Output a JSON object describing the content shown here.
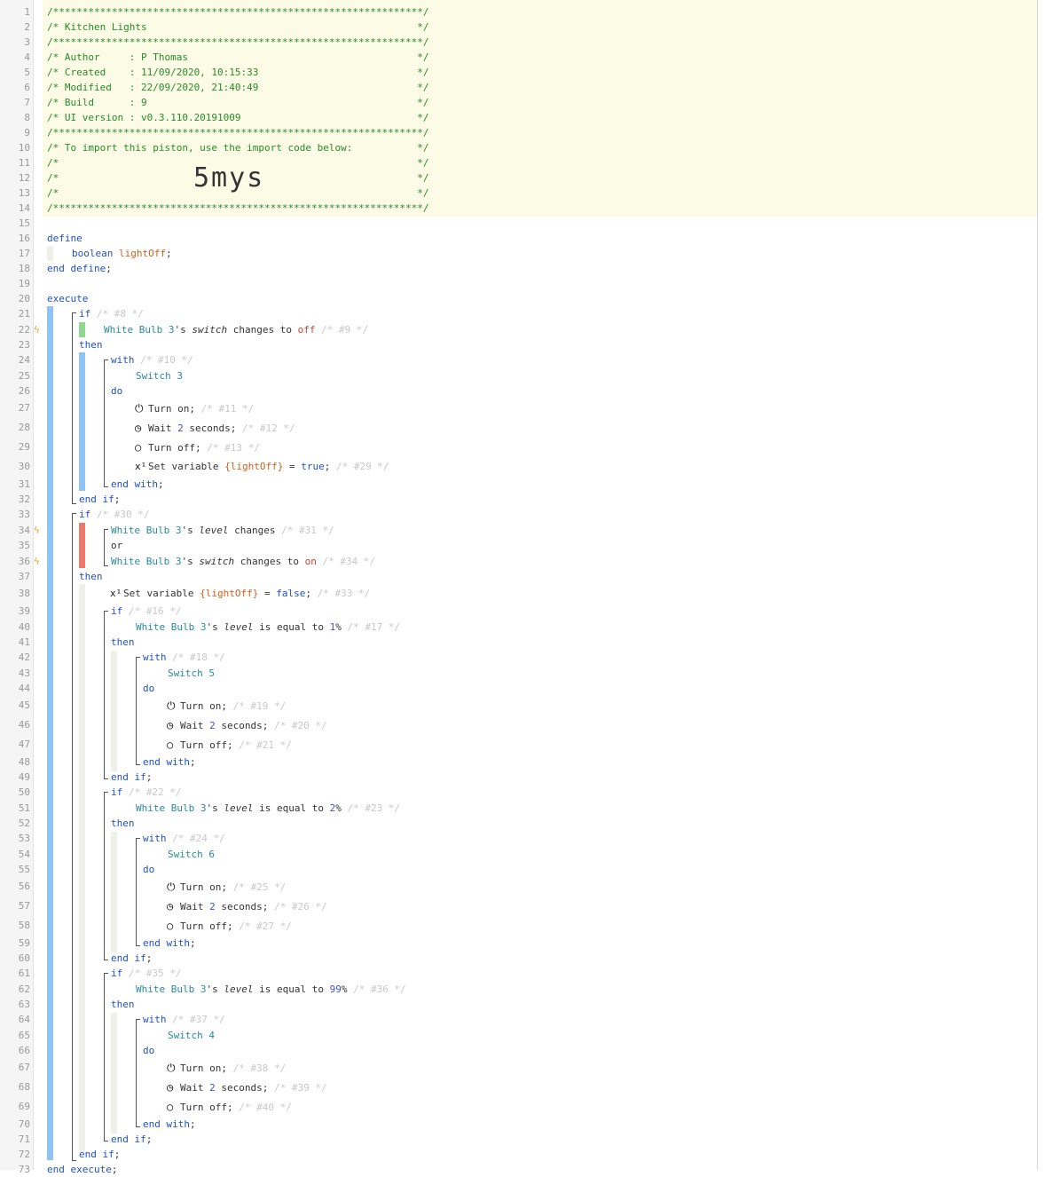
{
  "editor": {
    "import_code": "5mys",
    "lines": [
      [
        [
          "hdr",
          "/***************************************************************/"
        ]
      ],
      [
        [
          "hdr",
          "/* Kitchen Lights                                              */"
        ]
      ],
      [
        [
          "hdr",
          "/***************************************************************/"
        ]
      ],
      [
        [
          "hdr",
          "/* Author     : P Thomas                                       */"
        ]
      ],
      [
        [
          "hdr",
          "/* Created    : 11/09/2020, 10:15:33                           */"
        ]
      ],
      [
        [
          "hdr",
          "/* Modified   : 22/09/2020, 21:40:49                           */"
        ]
      ],
      [
        [
          "hdr",
          "/* Build      : 9                                              */"
        ]
      ],
      [
        [
          "hdr",
          "/* UI version : v0.3.110.20191009                              */"
        ]
      ],
      [
        [
          "hdr",
          "/***************************************************************/"
        ]
      ],
      [
        [
          "hdr",
          "/* To import this piston, use the import code below:           */"
        ]
      ],
      [
        [
          "hdr",
          "/*                                                             */"
        ]
      ],
      [
        [
          "hdr",
          "/*                                                             */"
        ]
      ],
      [
        [
          "hdr",
          "/*                                                             */"
        ]
      ],
      [
        [
          "hdr",
          "/***************************************************************/"
        ]
      ],
      [],
      [
        [
          "kw",
          "define"
        ]
      ],
      [
        [
          "kw",
          "boolean "
        ],
        [
          "var",
          "lightOff"
        ],
        [
          "txt",
          ";"
        ]
      ],
      [
        [
          "kw",
          "end define"
        ],
        [
          "txt",
          ";"
        ]
      ],
      [],
      [
        [
          "kw",
          "execute"
        ]
      ],
      [
        [
          "kw",
          "if "
        ],
        [
          "cmt",
          "/* #8 */"
        ]
      ],
      [
        [
          "dev",
          "White Bulb 3"
        ],
        [
          "txt",
          "'s "
        ],
        [
          "itl",
          "switch"
        ],
        [
          "txt",
          " changes to "
        ],
        [
          "val",
          "off"
        ],
        [
          "cmt",
          " /* #9 */"
        ]
      ],
      [
        [
          "kw",
          "then"
        ]
      ],
      [
        [
          "kw",
          "with "
        ],
        [
          "cmt",
          "/* #10 */"
        ]
      ],
      [
        [
          "dev",
          "Switch 3"
        ]
      ],
      [
        [
          "kw",
          "do"
        ]
      ],
      [
        [
          "txt",
          "Turn on; "
        ],
        [
          "cmt",
          "/* #11 */"
        ]
      ],
      [
        [
          "txt",
          "Wait "
        ],
        [
          "num",
          "2"
        ],
        [
          "txt",
          " seconds; "
        ],
        [
          "cmt",
          "/* #12 */"
        ]
      ],
      [
        [
          "txt",
          "Turn off; "
        ],
        [
          "cmt",
          "/* #13 */"
        ]
      ],
      [
        [
          "txt",
          "Set variable "
        ],
        [
          "var",
          "{lightOff}"
        ],
        [
          "txt",
          " = "
        ],
        [
          "kw",
          "true"
        ],
        [
          "txt",
          "; "
        ],
        [
          "cmt",
          "/* #29 */"
        ]
      ],
      [
        [
          "kw",
          "end with"
        ],
        [
          "txt",
          ";"
        ]
      ],
      [
        [
          "kw",
          "end if"
        ],
        [
          "txt",
          ";"
        ]
      ],
      [
        [
          "kw",
          "if "
        ],
        [
          "cmt",
          "/* #30 */"
        ]
      ],
      [
        [
          "dev",
          "White Bulb 3"
        ],
        [
          "txt",
          "'s "
        ],
        [
          "itl",
          "level"
        ],
        [
          "txt",
          " changes "
        ],
        [
          "cmt",
          "/* #31 */"
        ]
      ],
      [
        [
          "txt",
          "or"
        ]
      ],
      [
        [
          "dev",
          "White Bulb 3"
        ],
        [
          "txt",
          "'s "
        ],
        [
          "itl",
          "switch"
        ],
        [
          "txt",
          " changes to "
        ],
        [
          "val",
          "on"
        ],
        [
          "cmt",
          " /* #34 */"
        ]
      ],
      [
        [
          "kw",
          "then"
        ]
      ],
      [
        [
          "txt",
          "Set variable "
        ],
        [
          "var",
          "{lightOff}"
        ],
        [
          "txt",
          " = "
        ],
        [
          "kw",
          "false"
        ],
        [
          "txt",
          "; "
        ],
        [
          "cmt",
          "/* #33 */"
        ]
      ],
      [
        [
          "kw",
          "if "
        ],
        [
          "cmt",
          "/* #16 */"
        ]
      ],
      [
        [
          "dev",
          "White Bulb 3"
        ],
        [
          "txt",
          "'s "
        ],
        [
          "itl",
          "level"
        ],
        [
          "txt",
          " is equal to "
        ],
        [
          "num",
          "1"
        ],
        [
          "txt",
          "% "
        ],
        [
          "cmt",
          "/* #17 */"
        ]
      ],
      [
        [
          "kw",
          "then"
        ]
      ],
      [
        [
          "kw",
          "with "
        ],
        [
          "cmt",
          "/* #18 */"
        ]
      ],
      [
        [
          "dev",
          "Switch 5"
        ]
      ],
      [
        [
          "kw",
          "do"
        ]
      ],
      [
        [
          "txt",
          "Turn on; "
        ],
        [
          "cmt",
          "/* #19 */"
        ]
      ],
      [
        [
          "txt",
          "Wait "
        ],
        [
          "num",
          "2"
        ],
        [
          "txt",
          " seconds; "
        ],
        [
          "cmt",
          "/* #20 */"
        ]
      ],
      [
        [
          "txt",
          "Turn off; "
        ],
        [
          "cmt",
          "/* #21 */"
        ]
      ],
      [
        [
          "kw",
          "end with"
        ],
        [
          "txt",
          ";"
        ]
      ],
      [
        [
          "kw",
          "end if"
        ],
        [
          "txt",
          ";"
        ]
      ],
      [
        [
          "kw",
          "if "
        ],
        [
          "cmt",
          "/* #22 */"
        ]
      ],
      [
        [
          "dev",
          "White Bulb 3"
        ],
        [
          "txt",
          "'s "
        ],
        [
          "itl",
          "level"
        ],
        [
          "txt",
          " is equal to "
        ],
        [
          "num",
          "2"
        ],
        [
          "txt",
          "% "
        ],
        [
          "cmt",
          "/* #23 */"
        ]
      ],
      [
        [
          "kw",
          "then"
        ]
      ],
      [
        [
          "kw",
          "with "
        ],
        [
          "cmt",
          "/* #24 */"
        ]
      ],
      [
        [
          "dev",
          "Switch 6"
        ]
      ],
      [
        [
          "kw",
          "do"
        ]
      ],
      [
        [
          "txt",
          "Turn on; "
        ],
        [
          "cmt",
          "/* #25 */"
        ]
      ],
      [
        [
          "txt",
          "Wait "
        ],
        [
          "num",
          "2"
        ],
        [
          "txt",
          " seconds; "
        ],
        [
          "cmt",
          "/* #26 */"
        ]
      ],
      [
        [
          "txt",
          "Turn off; "
        ],
        [
          "cmt",
          "/* #27 */"
        ]
      ],
      [
        [
          "kw",
          "end with"
        ],
        [
          "txt",
          ";"
        ]
      ],
      [
        [
          "kw",
          "end if"
        ],
        [
          "txt",
          ";"
        ]
      ],
      [
        [
          "kw",
          "if "
        ],
        [
          "cmt",
          "/* #35 */"
        ]
      ],
      [
        [
          "dev",
          "White Bulb 3"
        ],
        [
          "txt",
          "'s "
        ],
        [
          "itl",
          "level"
        ],
        [
          "txt",
          " is equal to "
        ],
        [
          "num",
          "99"
        ],
        [
          "txt",
          "% "
        ],
        [
          "cmt",
          "/* #36 */"
        ]
      ],
      [
        [
          "kw",
          "then"
        ]
      ],
      [
        [
          "kw",
          "with "
        ],
        [
          "cmt",
          "/* #37 */"
        ]
      ],
      [
        [
          "dev",
          "Switch 4"
        ]
      ],
      [
        [
          "kw",
          "do"
        ]
      ],
      [
        [
          "txt",
          "Turn on; "
        ],
        [
          "cmt",
          "/* #38 */"
        ]
      ],
      [
        [
          "txt",
          "Wait "
        ],
        [
          "num",
          "2"
        ],
        [
          "txt",
          " seconds; "
        ],
        [
          "cmt",
          "/* #39 */"
        ]
      ],
      [
        [
          "txt",
          "Turn off; "
        ],
        [
          "cmt",
          "/* #40 */"
        ]
      ],
      [
        [
          "kw",
          "end with"
        ],
        [
          "txt",
          ";"
        ]
      ],
      [
        [
          "kw",
          "end if"
        ],
        [
          "txt",
          ";"
        ]
      ],
      [
        [
          "kw",
          "end if"
        ],
        [
          "txt",
          ";"
        ]
      ],
      [
        [
          "kw",
          "end execute"
        ],
        [
          "txt",
          ";"
        ]
      ]
    ],
    "line_icons": {
      "27": "power-icon",
      "28": "clock-icon",
      "29": "power-off-icon",
      "30": "variable-icon",
      "38": "variable-icon",
      "45": "power-icon",
      "46": "clock-icon",
      "47": "power-off-icon",
      "56": "power-icon",
      "57": "clock-icon",
      "58": "power-off-icon",
      "67": "power-icon",
      "68": "clock-icon",
      "69": "power-off-icon"
    },
    "trigger_lines": [
      22,
      34,
      36
    ],
    "colors": {
      "keyword": "#2050c0",
      "comment": "#c8c8c8",
      "header_comment": "#2a8a2a",
      "device": "#2a8a9a",
      "variable": "#d0601a",
      "value": "#d04030",
      "number": "#4050d0",
      "header_background": "#fbfbe6",
      "execute_bar": "#8fc3f7",
      "condition_true": "#8fd88f",
      "condition_false": "#f0776a",
      "trigger_bolt": "#f0a030"
    }
  }
}
